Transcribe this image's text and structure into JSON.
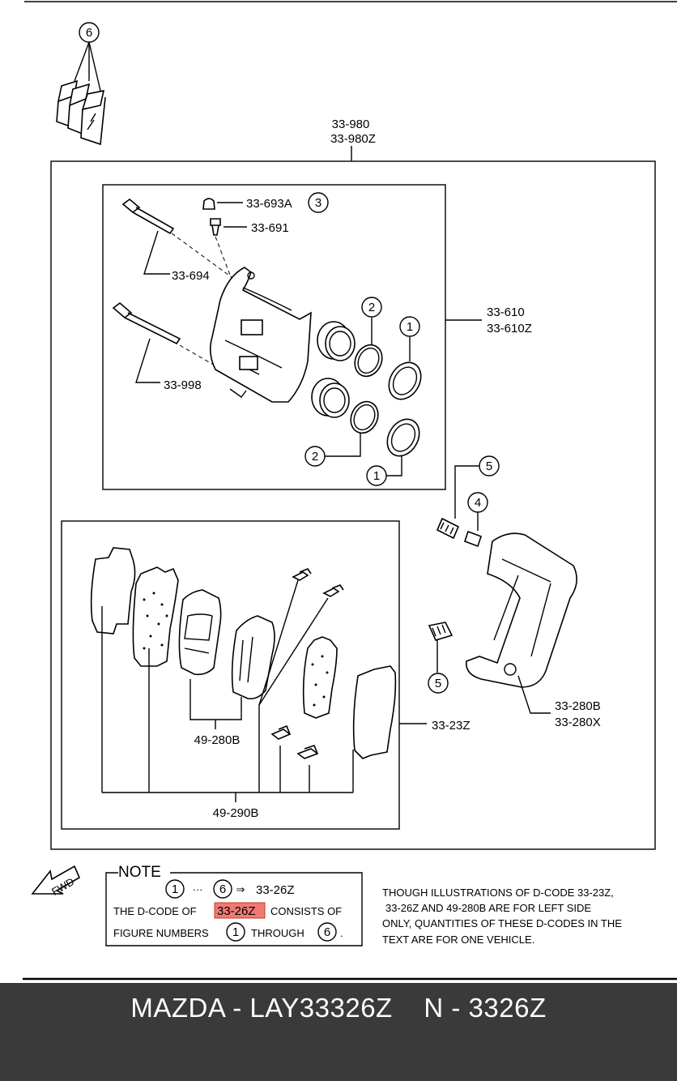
{
  "parts": {
    "kit_6_callout": "6",
    "caliper_assembly": [
      "33-980",
      "33-980Z"
    ],
    "bleeder_cap": "33-693A",
    "bleeder_cap_callout": "3",
    "bleeder_screw": "33-691",
    "guide_pin_upper": "33-694",
    "guide_pin_lower": "33-998",
    "caliper_body": [
      "33-610",
      "33-610Z"
    ],
    "piston_seal_callout": "2",
    "dust_boot_callout": "1",
    "bushing_callout_5": "5",
    "bushing_callout_4": "4",
    "mounting_bracket": [
      "33-280B",
      "33-280X"
    ],
    "pad_kit": "33-23Z",
    "pad_set": "49-280B",
    "shim_set": "49-290B"
  },
  "note": {
    "header": "NOTE",
    "range_start": "1",
    "range_dots": "···",
    "range_end": "6",
    "arrow": "⇒",
    "range_code": "33-26Z",
    "line2_pre": "THE D-CODE OF",
    "highlight_code": "33-26Z",
    "line2_post": "CONSISTS OF",
    "line3_pre": "FIGURE NUMBERS",
    "line3_start": "1",
    "line3_mid": "THROUGH",
    "line3_end": "6",
    "line3_period": "."
  },
  "fwd_label": "FWD",
  "side_note": [
    "THOUGH ILLUSTRATIONS OF D-CODE  33-23Z,",
    "33-26Z  AND 49-280B  ARE FOR LEFT SIDE",
    "ONLY, QUANTITIES OF THESE D-CODES IN THE",
    "TEXT ARE FOR ONE VEHICLE."
  ],
  "footer": {
    "title": "MAZDA - LAY33326Z    N - 3326Z"
  },
  "colors": {
    "footer_bg": "#3a3a3a",
    "highlight": "#f07a74"
  }
}
